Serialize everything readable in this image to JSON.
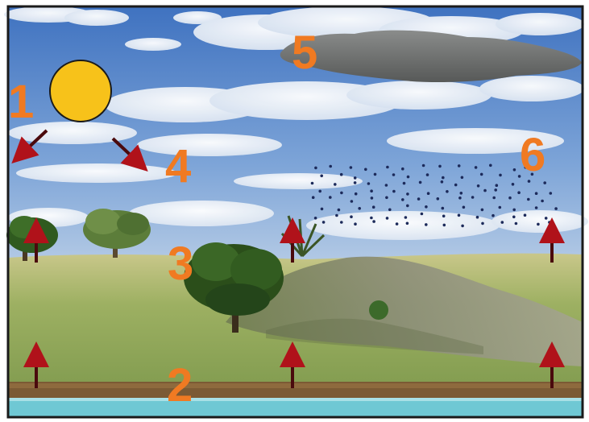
{
  "diagram": {
    "labels": {
      "sun": "1",
      "ground": "2",
      "vegetation": "3",
      "incoming_radiation": "4",
      "cloud": "5",
      "particles": "6"
    },
    "colors": {
      "label": "#f07a22",
      "sun": "#f7c21a",
      "arrow": "#6e0c10",
      "sky_top": "#4f7fc6",
      "sky_bottom": "#9fbde0",
      "grass": "#8aa85a",
      "dark_cloud": "#6a6d6c",
      "water": "#6fc8d4",
      "soil": "#7b5a34"
    }
  }
}
